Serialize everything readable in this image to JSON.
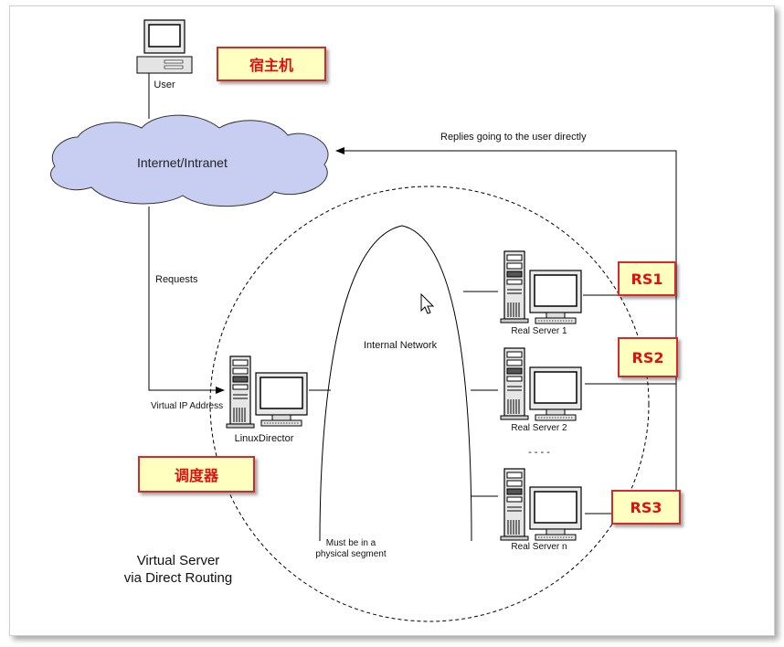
{
  "nodes": {
    "user": "User",
    "cloud": "Internet/Intranet",
    "director": "LinuxDirector",
    "rs1": "Real Server 1",
    "rs2": "Real Server 2",
    "rsn": "Real Server n",
    "ellipsis": "- - - -"
  },
  "edges": {
    "replies": "Replies going to the user directly",
    "requests": "Requests",
    "vip": "Virtual IP Address",
    "internal": "Internal Network",
    "segment_line1": "Must be in a",
    "segment_line2": "physical segment"
  },
  "title": {
    "line1": "Virtual Server",
    "line2": "via Direct Routing"
  },
  "tags": {
    "host": "宿主机",
    "scheduler": "调度器",
    "rs1": "RS1",
    "rs2": "RS2",
    "rs3": "RS3"
  },
  "colors": {
    "cloud_fill": "#c8cdf2",
    "tag_fill": "#ffffbf",
    "tag_border": "#d62a2a",
    "tag_text": "#e01010"
  }
}
